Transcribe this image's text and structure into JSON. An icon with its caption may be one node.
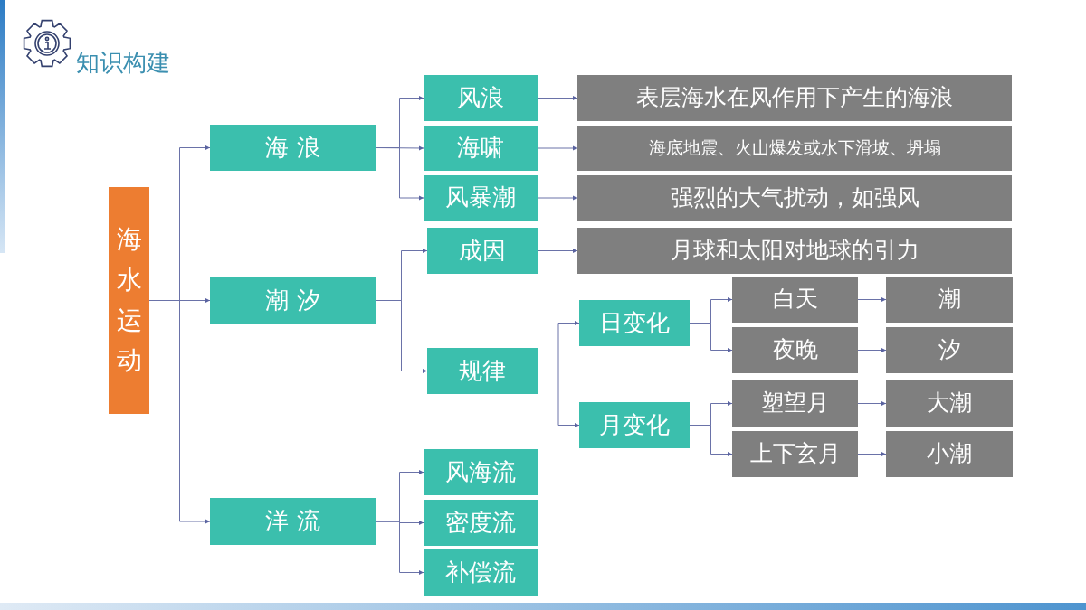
{
  "diagram": {
    "title": "知识构建",
    "nodes": [
      {
        "text": [
          "海水运动"
        ]
      },
      {
        "text": [
          "海 浪"
        ]
      },
      {
        "text": [
          "潮 汐"
        ]
      },
      {
        "text": [
          "洋 流"
        ]
      },
      {
        "text": [
          "风浪"
        ]
      },
      {
        "text": [
          "海啸"
        ]
      },
      {
        "text": [
          "风暴潮"
        ]
      },
      {
        "text": [
          "表层海水在风作用下产生的海浪"
        ]
      },
      {
        "text": [
          "海底地震、火山爆发或水下滑坡、坍塌"
        ]
      },
      {
        "text": [
          "强烈的大气扰动，如强风"
        ]
      },
      {
        "text": [
          "成因"
        ]
      },
      {
        "text": [
          "月球和太阳对地球的引力"
        ]
      },
      {
        "text": [
          "规律"
        ]
      },
      {
        "text": [
          "日变化"
        ]
      },
      {
        "text": [
          "月变化"
        ]
      },
      {
        "text": [
          "白天"
        ]
      },
      {
        "text": [
          "夜晚"
        ]
      },
      {
        "text": [
          "塑望月"
        ]
      },
      {
        "text": [
          "上下玄月"
        ]
      },
      {
        "text": [
          "潮"
        ]
      },
      {
        "text": [
          "汐"
        ]
      },
      {
        "text": [
          "大潮"
        ]
      },
      {
        "text": [
          "小潮"
        ]
      },
      {
        "text": [
          "风海流"
        ]
      },
      {
        "text": [
          "密度流"
        ]
      },
      {
        "text": [
          "补偿流"
        ]
      }
    ],
    "edges": [
      {
        "from": 0,
        "to": 1,
        "arrow": "to"
      },
      {
        "from": 0,
        "to": 2,
        "arrow": "to"
      },
      {
        "from": 0,
        "to": 3,
        "arrow": "to"
      },
      {
        "from": 1,
        "to": 4,
        "arrow": "to"
      },
      {
        "from": 1,
        "to": 5,
        "arrow": "to"
      },
      {
        "from": 1,
        "to": 6,
        "arrow": "to"
      },
      {
        "from": 4,
        "to": 7,
        "arrow": "to"
      },
      {
        "from": 5,
        "to": 8,
        "arrow": "to"
      },
      {
        "from": 6,
        "to": 9,
        "arrow": "to"
      },
      {
        "from": 2,
        "to": 10,
        "arrow": "to"
      },
      {
        "from": 2,
        "to": 12,
        "arrow": "to"
      },
      {
        "from": 10,
        "to": 11,
        "arrow": "to"
      },
      {
        "from": 12,
        "to": 13,
        "arrow": "to"
      },
      {
        "from": 12,
        "to": 14,
        "arrow": "to"
      },
      {
        "from": 13,
        "to": 15,
        "arrow": "to"
      },
      {
        "from": 13,
        "to": 16,
        "arrow": "to"
      },
      {
        "from": 14,
        "to": 17,
        "arrow": "to"
      },
      {
        "from": 14,
        "to": 18,
        "arrow": "to"
      },
      {
        "from": 15,
        "to": 19,
        "arrow": "to"
      },
      {
        "from": 16,
        "to": 20,
        "arrow": "to"
      },
      {
        "from": 17,
        "to": 21,
        "arrow": "to"
      },
      {
        "from": 18,
        "to": 22,
        "arrow": "to"
      },
      {
        "from": 3,
        "to": 23,
        "arrow": "to"
      },
      {
        "from": 3,
        "to": 24,
        "arrow": "to"
      },
      {
        "from": 3,
        "to": 25,
        "arrow": "to"
      }
    ]
  }
}
